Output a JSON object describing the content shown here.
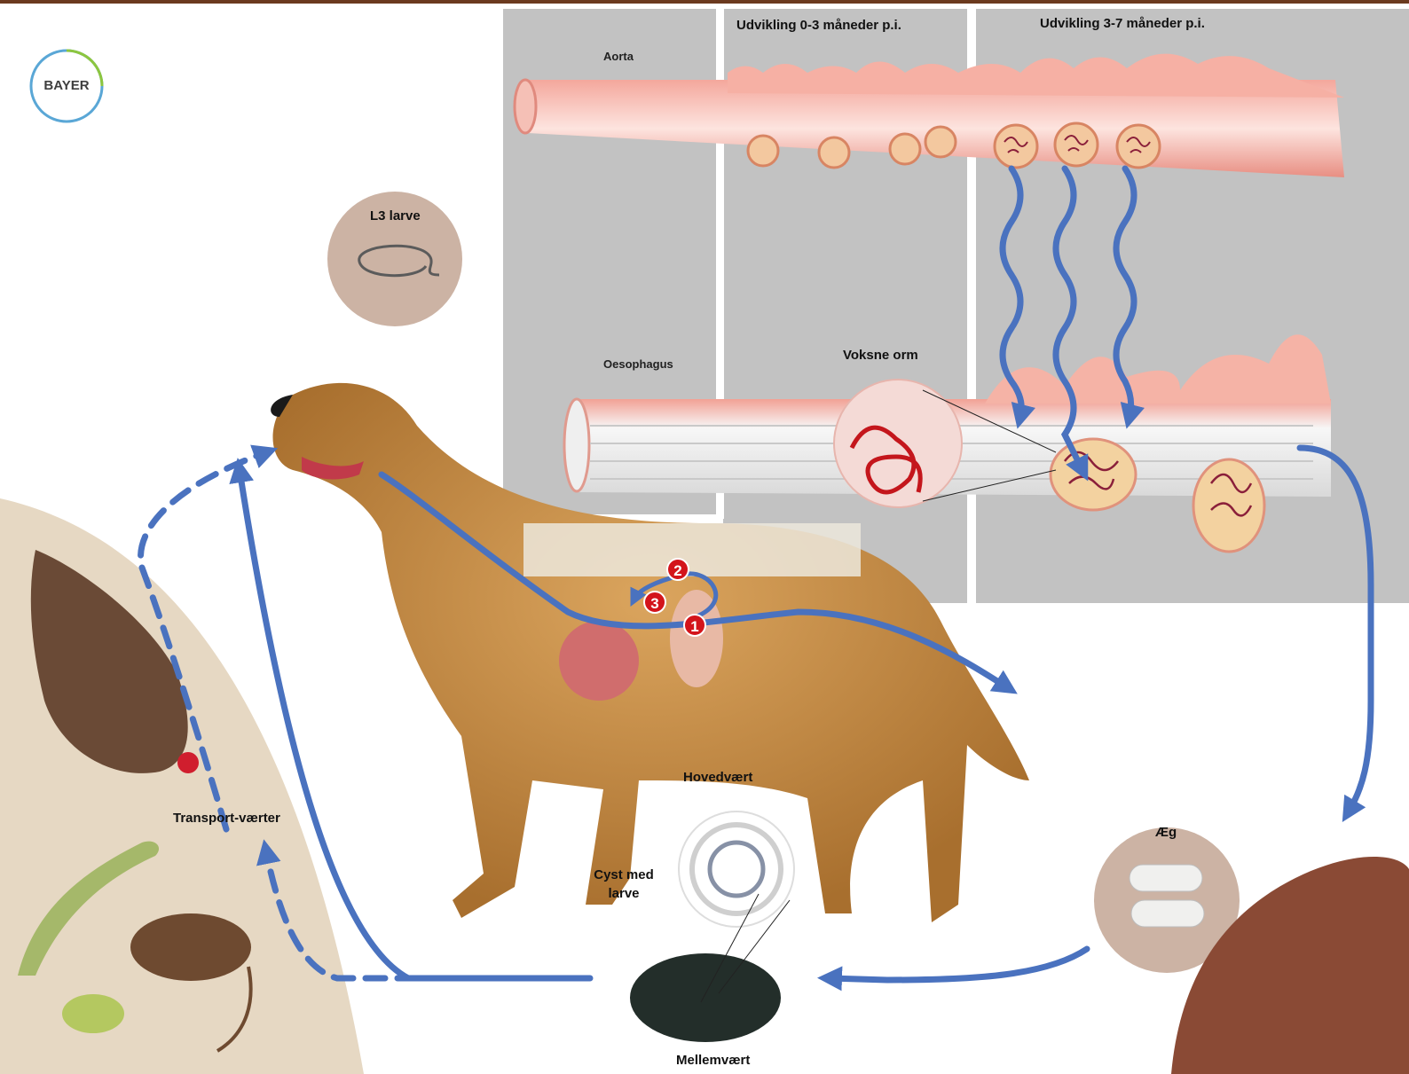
{
  "logo": {
    "text": "BAYER"
  },
  "colors": {
    "top_bar": "#6b3a1f",
    "panel_gray": "#c2c2c2",
    "arrow_blue": "#4a72bf",
    "badge_red": "#d3141b",
    "host_area_beige": "#e6d8c3",
    "circle_tan": "#ccb3a4",
    "dog_fur": "#c8914a"
  },
  "headers": {
    "dev_0_3": "Udvikling 0-3 måneder p.i.",
    "dev_3_7": "Udvikling 3-7 måneder p.i."
  },
  "organs": {
    "aorta": "Aorta",
    "oesophagus": "Oesophagus",
    "adult_worms": "Voksne orm"
  },
  "stages": {
    "l3_larva": "L3 larve",
    "transport_hosts": "Transport-værter",
    "definitive_host": "Hovedvært",
    "cyst_with_larva": "Cyst med larve",
    "intermediate_host": "Mellemvært",
    "eggs": "Æg"
  },
  "migration_steps": [
    "1",
    "2",
    "3"
  ],
  "icons": [
    "bayer-cross-logo",
    "l3-larva-illustration",
    "dog-illustration",
    "beetle-illustration",
    "egg-illustration",
    "hen-illustration",
    "lizard-illustration",
    "rat-illustration",
    "frog-illustration",
    "dung-illustration"
  ]
}
